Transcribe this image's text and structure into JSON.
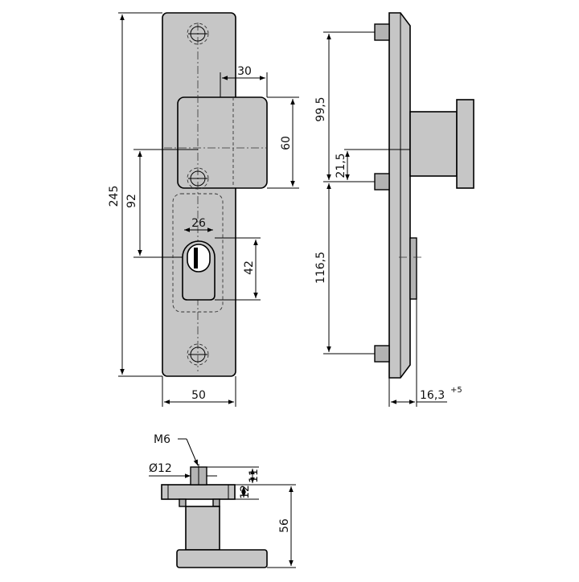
{
  "drawing": {
    "front": {
      "height_label": "245",
      "width_label": "50",
      "handle_offset_label": "30",
      "square_height_label": "60",
      "spacing_label": "92",
      "cylinder_width_label": "26",
      "cylinder_height_label": "42"
    },
    "side": {
      "upper_spacing_label": "99,5",
      "handle_offset_label": "21,5",
      "lower_spacing_label": "116,5",
      "thickness_label": "16,3",
      "thickness_tolerance_label": "+5"
    },
    "bottom": {
      "thread_label": "M6",
      "diameter_label": "Ø12",
      "height_a_label": "12",
      "height_b_label": "11",
      "depth_label": "56"
    }
  }
}
